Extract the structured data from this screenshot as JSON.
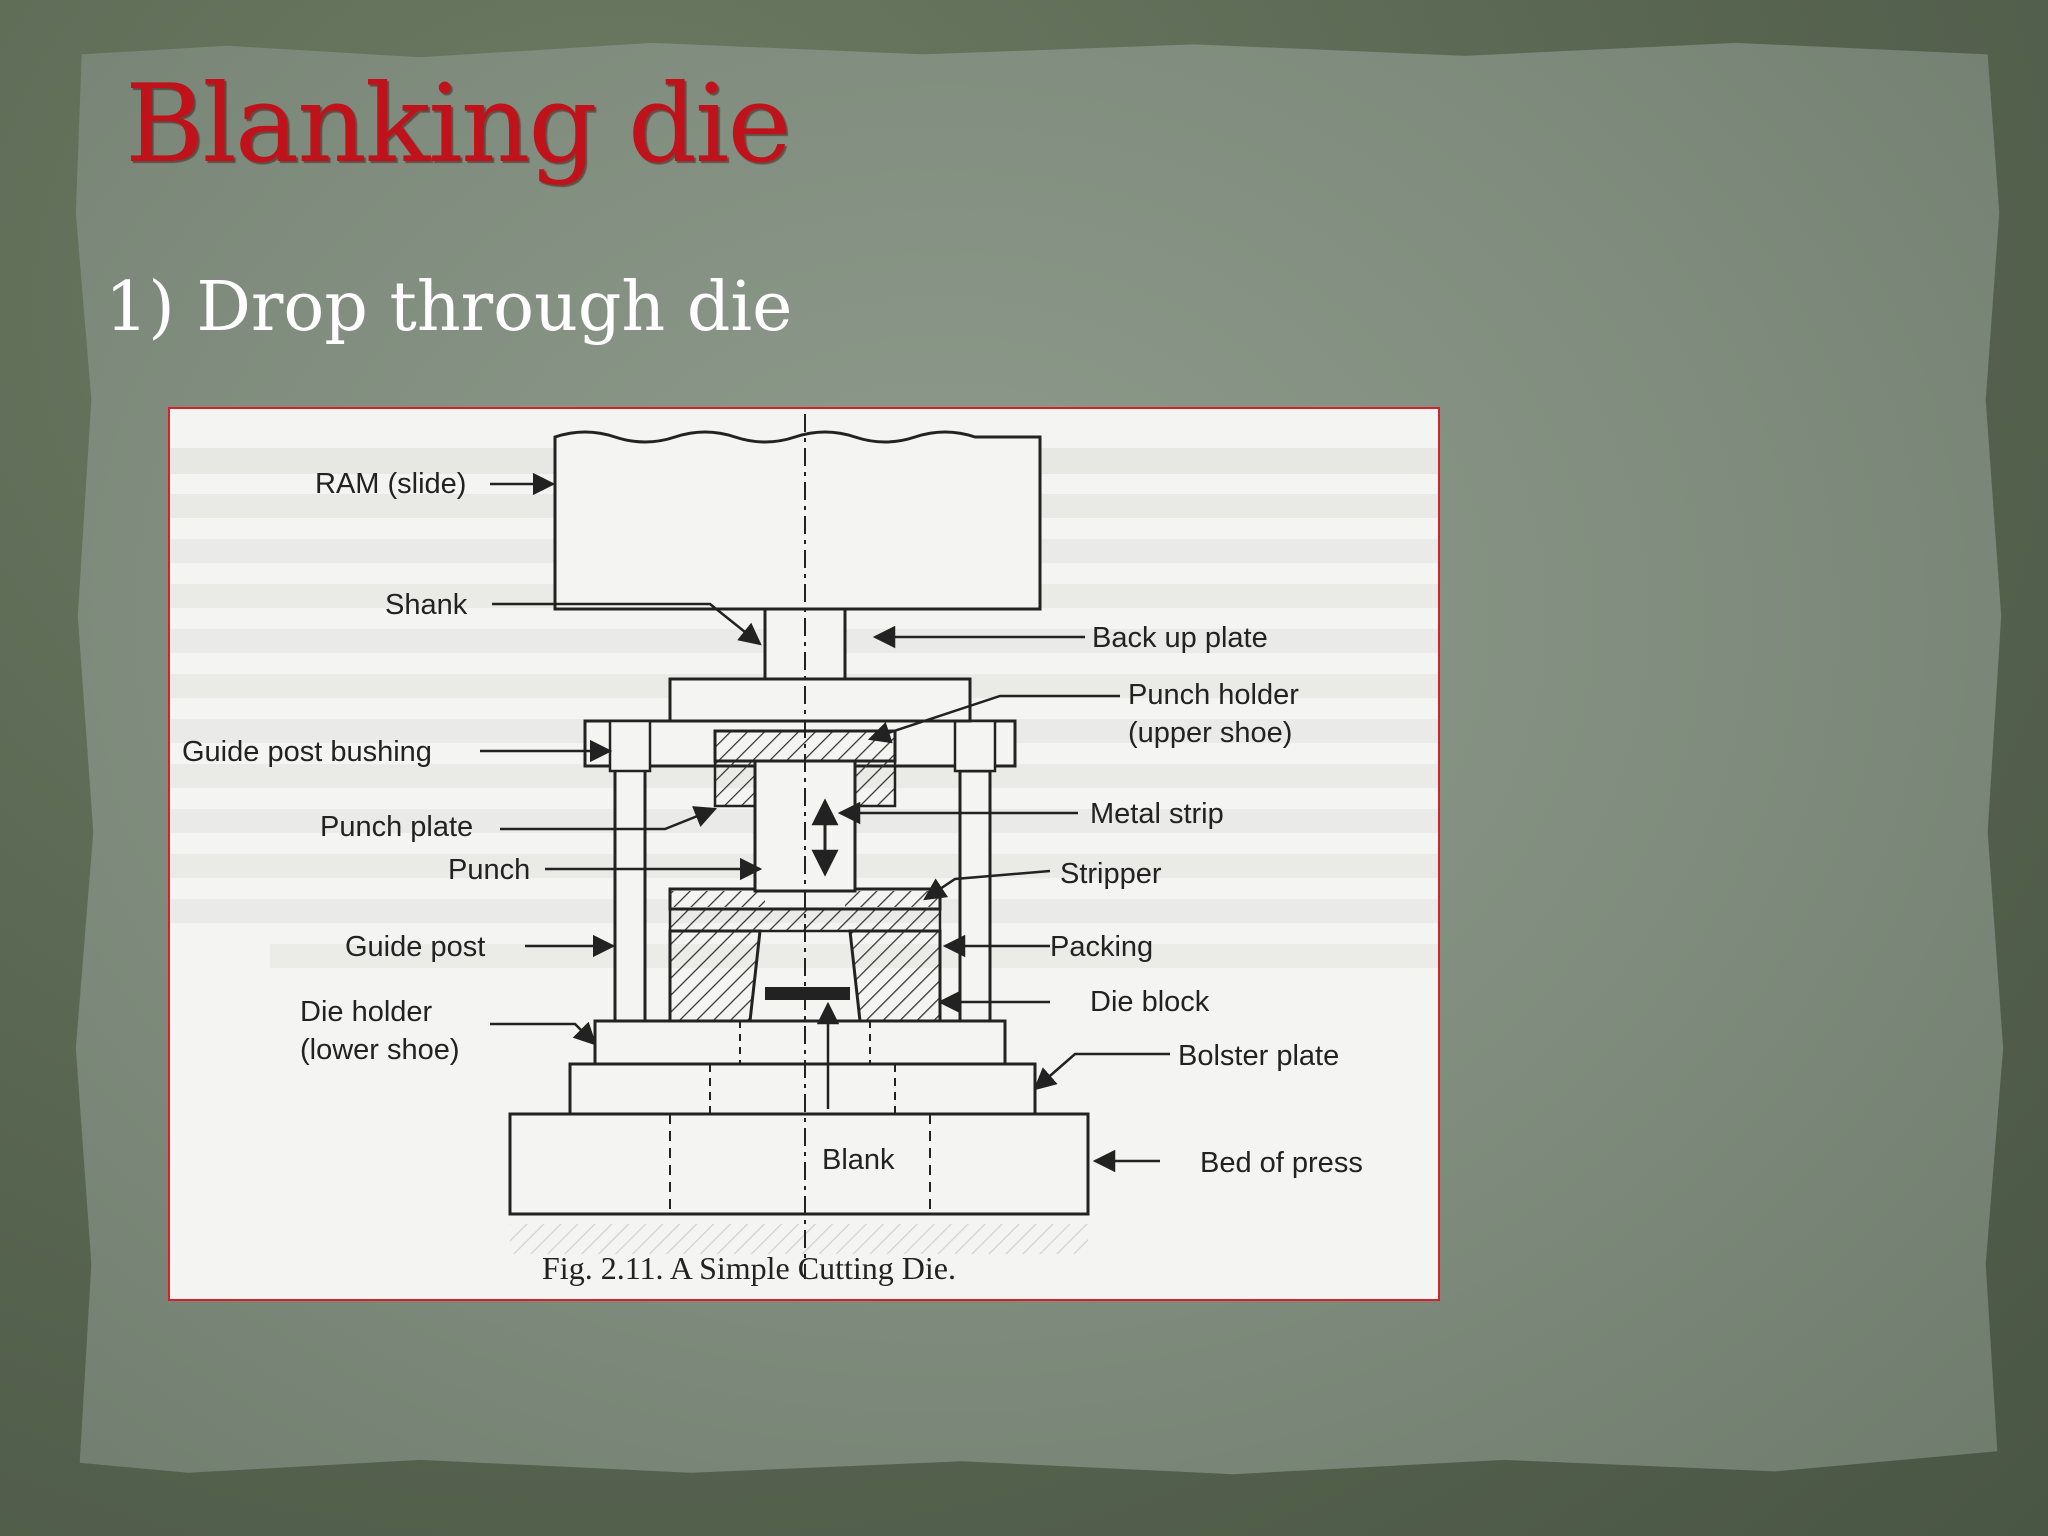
{
  "slide": {
    "title": "Blanking die",
    "subtitle": "1) Drop through die"
  },
  "figure": {
    "caption": "Fig. 2.11. A Simple Cutting Die.",
    "labels": {
      "ram": "RAM (slide)",
      "shank": "Shank",
      "back_up_plate": "Back up plate",
      "punch_holder": "Punch holder",
      "punch_holder_sub": "(upper shoe)",
      "guide_post_bushing": "Guide post bushing",
      "punch_plate": "Punch plate",
      "metal_strip": "Metal strip",
      "punch": "Punch",
      "stripper": "Stripper",
      "guide_post": "Guide post",
      "packing": "Packing",
      "die_block": "Die block",
      "die_holder": "Die holder",
      "die_holder_sub": "(lower shoe)",
      "bolster_plate": "Bolster plate",
      "blank": "Blank",
      "bed_of_press": "Bed of press"
    }
  },
  "colors": {
    "title": "#c0121a",
    "subtitle": "#ffffff",
    "figure_border": "#d8202a",
    "background": "#7f8c7d"
  }
}
